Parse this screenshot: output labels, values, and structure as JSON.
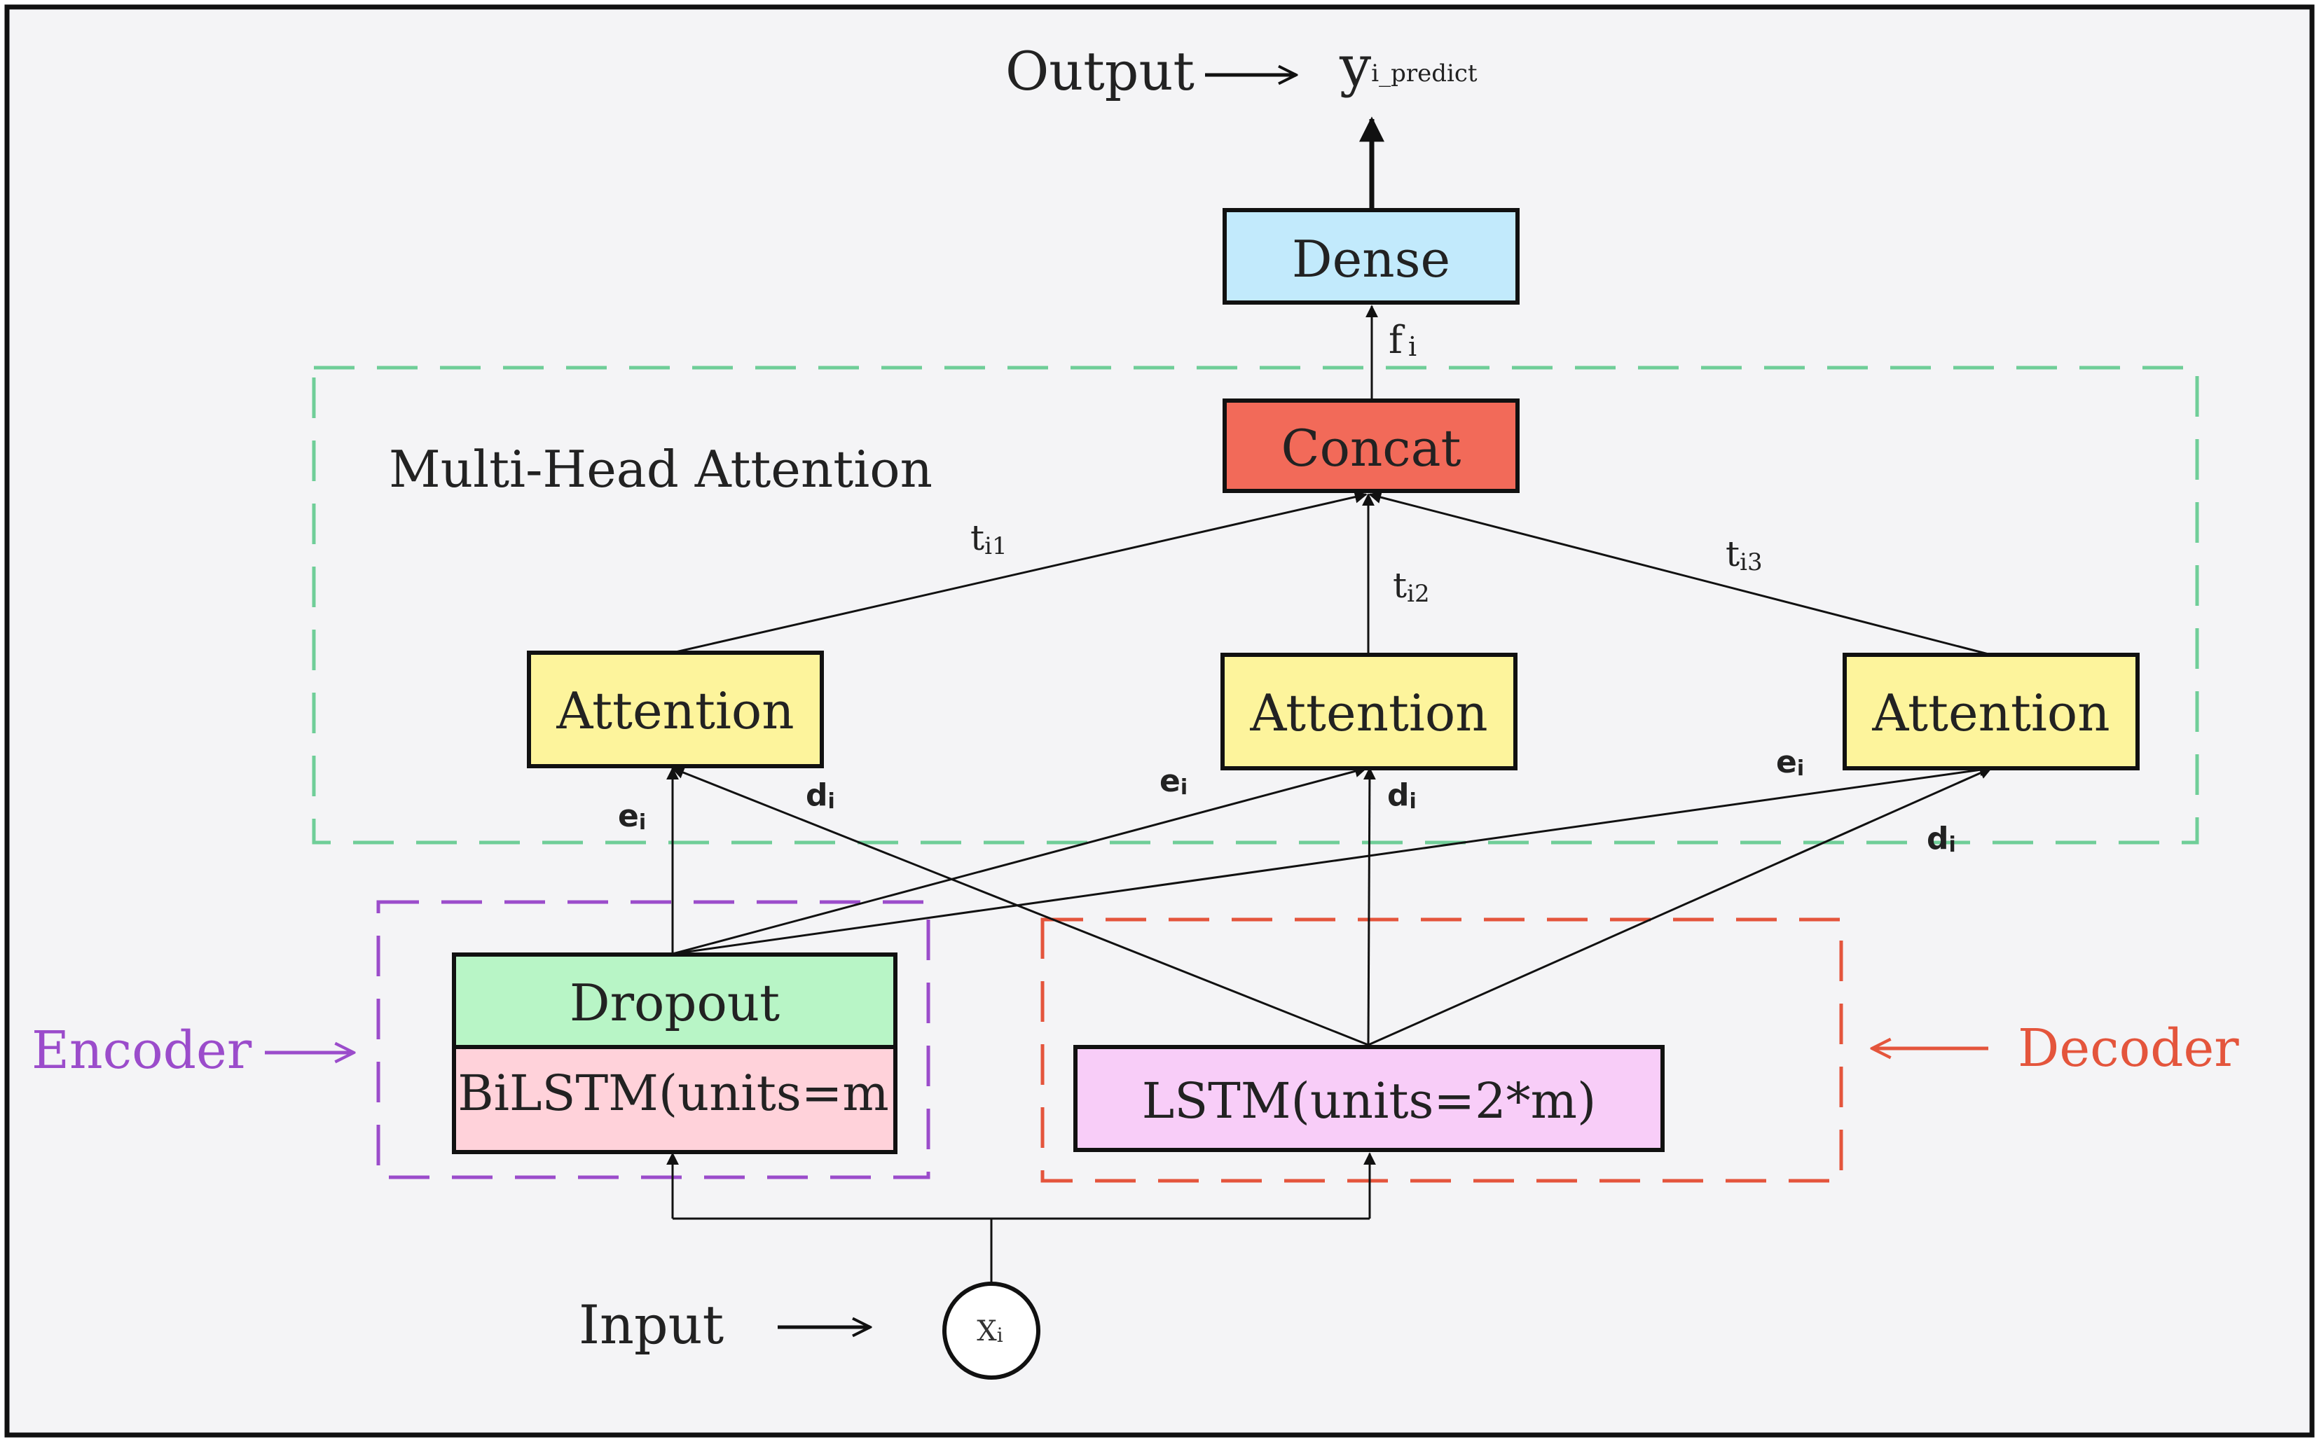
{
  "labels": {
    "output": "Output",
    "y_main": "y",
    "y_sub": "i_predict",
    "f_main": "f",
    "f_sub": "i",
    "multi_head": "Multi-Head Attention",
    "t1_main": "t",
    "t1_sub": "i1",
    "t2_main": "t",
    "t2_sub": "i2",
    "t3_main": "t",
    "t3_sub": "i3",
    "e_main": "e",
    "e_sub": "i",
    "d_main": "d",
    "d_sub": "i",
    "encoder": "Encoder",
    "decoder": "Decoder",
    "input": "Input",
    "x_main": "X",
    "x_sub": "i"
  },
  "boxes": {
    "dense": "Dense",
    "concat": "Concat",
    "attention": "Attention",
    "dropout": "Dropout",
    "bilstm": "BiLSTM(units=m",
    "lstm": "LSTM(units=2*m)"
  },
  "colors": {
    "background": "#f4f4f6",
    "dense": "#c2eafc",
    "concat": "#f26a59",
    "attention": "#fdf49c",
    "dropout": "#b8f5c6",
    "bilstm": "#ffd2da",
    "lstm": "#f8cdf8",
    "attention_group": "#6fce98",
    "encoder": "#9b4ccb",
    "decoder": "#e4553c"
  }
}
